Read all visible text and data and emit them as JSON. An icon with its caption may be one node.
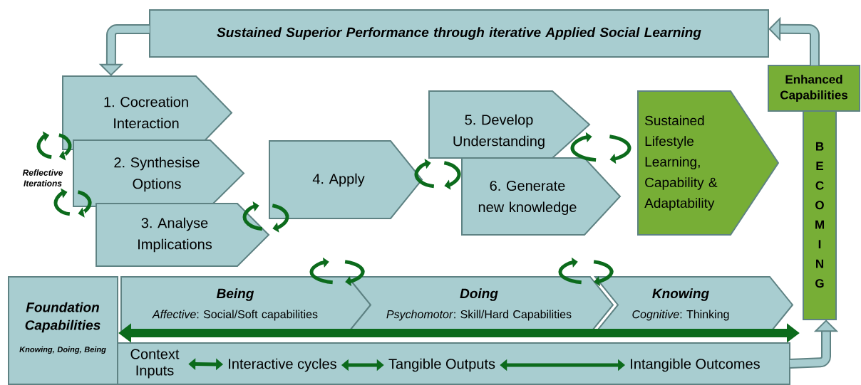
{
  "diagram": {
    "nodes": [
      {
        "text": [
          "Sustained Superior Performance through iterative Applied Social Learning"
        ]
      },
      {
        "text": [
          "1. Cocreation Interaction"
        ]
      },
      {
        "text": [
          "2. Synthesise Options"
        ]
      },
      {
        "text": [
          "3. Analyse Implications"
        ]
      },
      {
        "text": [
          "4. Apply"
        ]
      },
      {
        "text": [
          "5. Develop Understanding"
        ]
      },
      {
        "text": [
          "6. Generate new knowledge"
        ]
      },
      {
        "text": [
          "Sustained Lifestyle Learning, Capability & Adaptability"
        ]
      },
      {
        "text": [
          "Enhanced Capabilities"
        ]
      },
      {
        "text": [
          "B E C O M I N G"
        ]
      },
      {
        "text": [
          "Foundation Capabilities",
          "Knowing, Doing, Being"
        ]
      },
      {
        "text": [
          "Being",
          "*Affective*: Social/Soft capabilities"
        ]
      },
      {
        "text": [
          "Doing",
          "*Psychomotor*: Skill/Hard Capabilities"
        ]
      },
      {
        "text": [
          "Knowing",
          "*Cognitive*: Thinking"
        ]
      },
      {
        "text": [],
        "shape": "box"
      },
      {
        "text": [
          "Context Inputs"
        ],
        "in": 14
      },
      {
        "text": [
          "Interactive cycles"
        ],
        "in": 14
      },
      {
        "text": [
          "Tangible Outputs"
        ],
        "in": 14
      },
      {
        "text": [
          "Intangible Outcomes"
        ],
        "in": 14
      }
    ],
    "edges": [
      {
        "from": 0,
        "to": 1,
        "arrow": "to",
        "style": "thick",
        "color": "#5e8283"
      },
      {
        "from": 8,
        "to": 0,
        "arrow": "to",
        "style": "thick",
        "color": "#5e8283"
      },
      {
        "from": 14,
        "to": 9,
        "arrow": "to",
        "style": "thick",
        "color": "#5e8283"
      },
      {
        "from": 15,
        "to": 16,
        "arrow": "both",
        "color": "#0c6b1c"
      },
      {
        "from": 16,
        "to": 17,
        "arrow": "both",
        "color": "#0c6b1c"
      },
      {
        "from": 17,
        "to": 18,
        "arrow": "both",
        "color": "#0c6b1c"
      }
    ],
    "labels": [
      "Reflective Iterations"
    ]
  }
}
